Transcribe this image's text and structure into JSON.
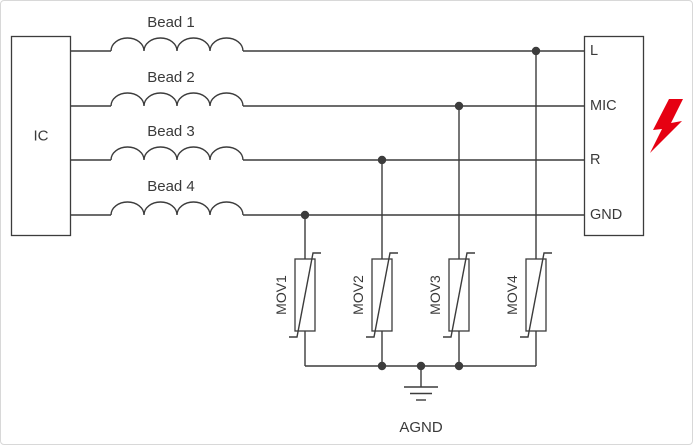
{
  "diagram": {
    "ic": {
      "label": "IC"
    },
    "beads": [
      {
        "label": "Bead 1"
      },
      {
        "label": "Bead 2"
      },
      {
        "label": "Bead 3"
      },
      {
        "label": "Bead 4"
      }
    ],
    "connector": {
      "pins": [
        {
          "label": "L"
        },
        {
          "label": "MIC"
        },
        {
          "label": "R"
        },
        {
          "label": "GND"
        }
      ]
    },
    "movs": [
      {
        "label": "MOV1"
      },
      {
        "label": "MOV2"
      },
      {
        "label": "MOV3"
      },
      {
        "label": "MOV4"
      }
    ],
    "ground": {
      "label": "AGND"
    },
    "surge_icon": "lightning-bolt",
    "colors": {
      "line": "#3c3c3c",
      "text": "#3a3a3a",
      "surge_red": "#e60012",
      "background": "#ffffff",
      "border": "#d8d8d8"
    }
  }
}
